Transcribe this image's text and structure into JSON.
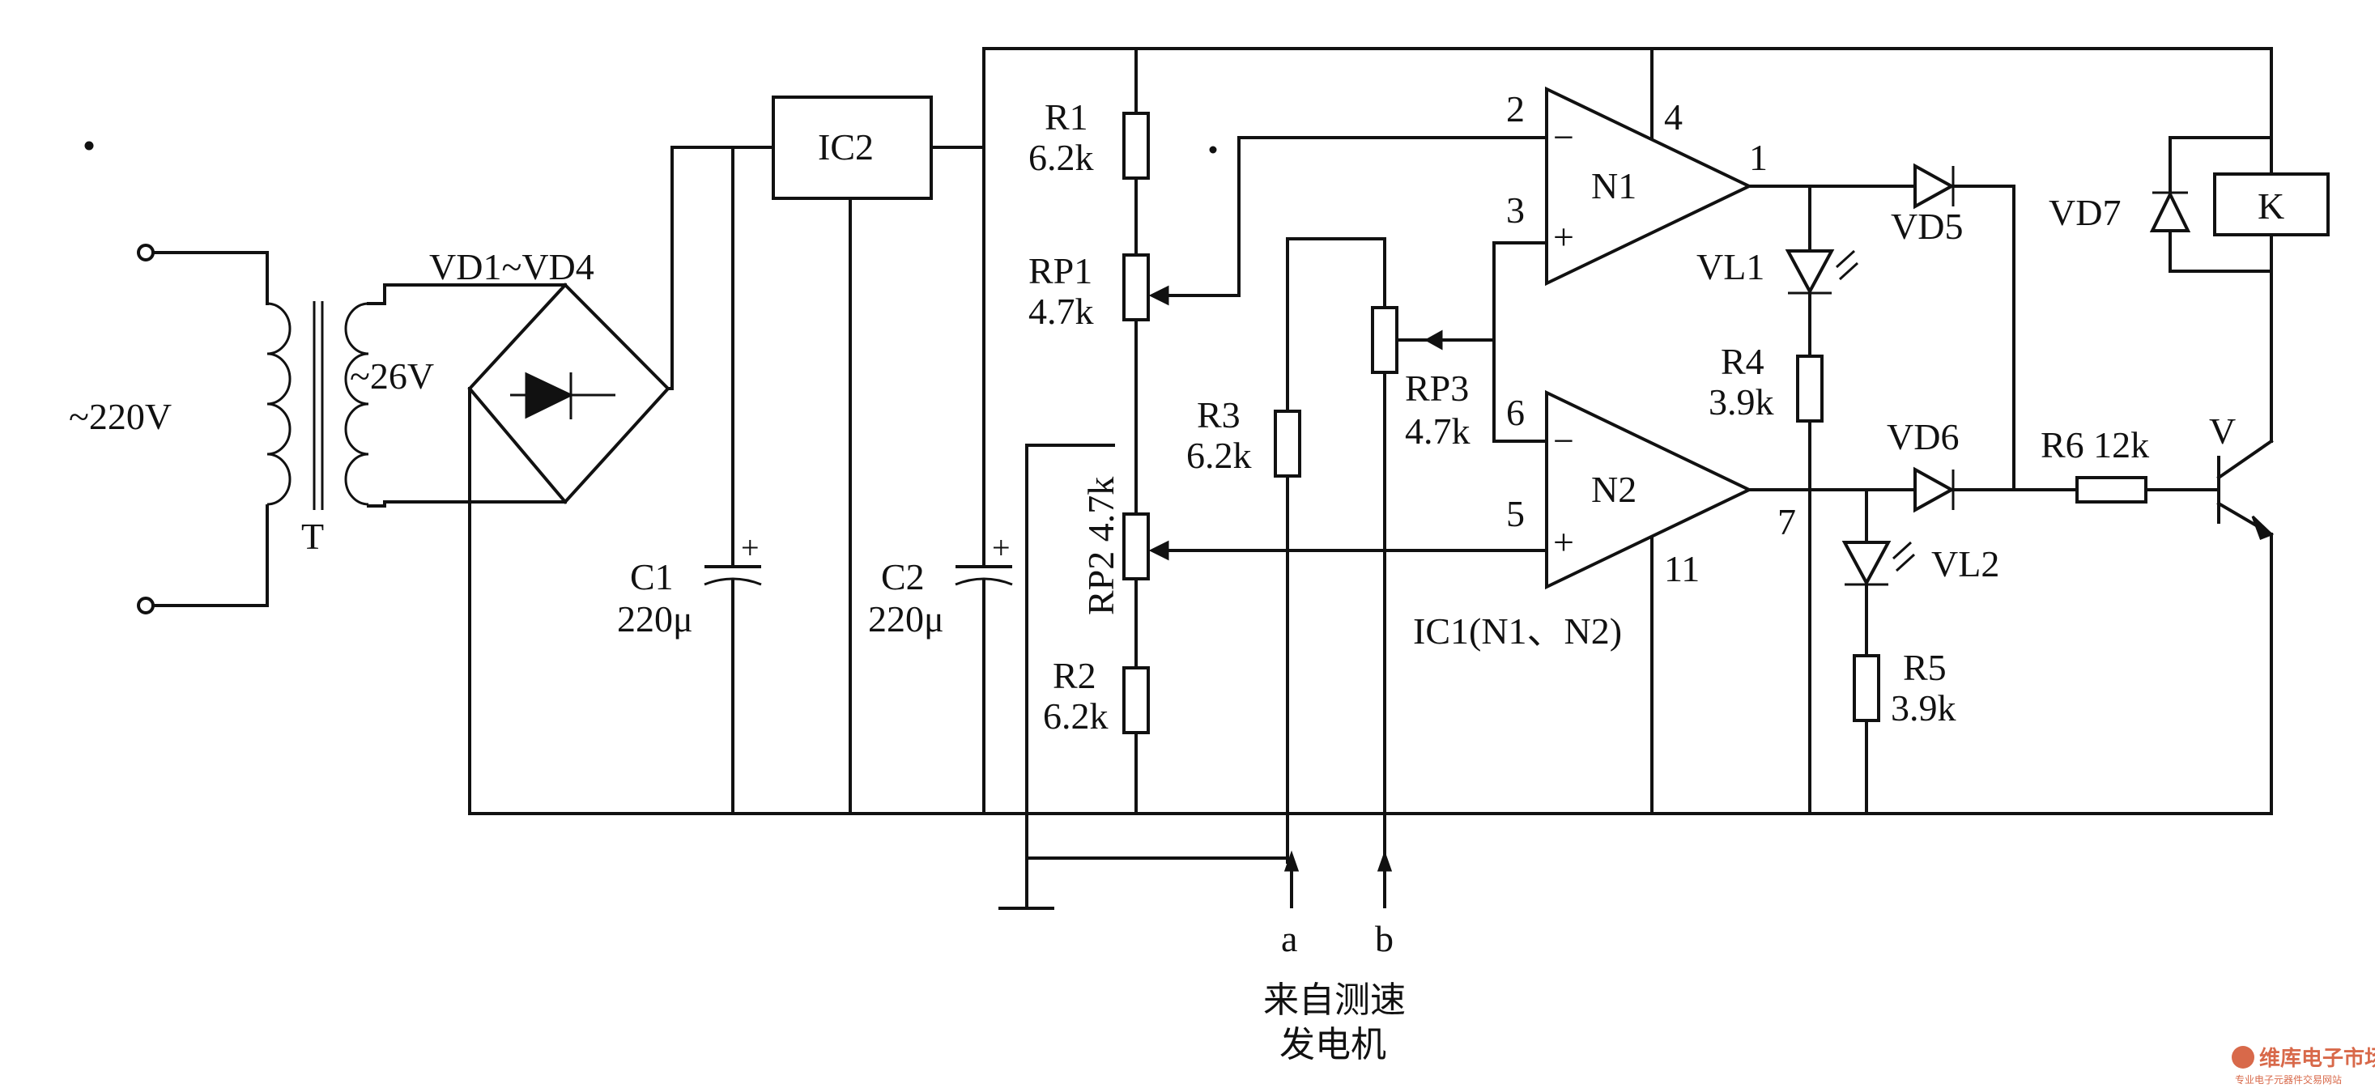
{
  "labels": {
    "ac_input": "~220V",
    "transformer": "T",
    "secondary": "~26V",
    "bridge": "VD1~VD4",
    "regulator": "IC2",
    "c1_name": "C1",
    "c1_value": "220μ",
    "c2_name": "C2",
    "c2_value": "220μ",
    "r1_name": "R1",
    "r1_value": "6.2k",
    "rp1_name": "RP1",
    "rp1_value": "4.7k",
    "rp2_label": "RP2  4.7k",
    "r2_name": "R2",
    "r2_value": "6.2k",
    "r3_name": "R3",
    "r3_value": "6.2k",
    "rp3_name": "RP3",
    "rp3_value": "4.7k",
    "n1": "N1",
    "n2": "N2",
    "ic1": "IC1(N1、N2)",
    "pin2": "2",
    "pin3": "3",
    "pin4": "4",
    "pin1": "1",
    "pin6": "6",
    "pin5": "5",
    "pin7": "7",
    "pin11": "11",
    "minus": "−",
    "plus": "+",
    "vl1": "VL1",
    "vl2": "VL2",
    "vd5": "VD5",
    "vd6": "VD6",
    "vd7": "VD7",
    "r4_name": "R4",
    "r4_value": "3.9k",
    "r5_name": "R5",
    "r5_value": "3.9k",
    "r6": "R6 12k",
    "transistor": "V",
    "relay": "K",
    "term_a": "a",
    "term_b": "b",
    "source_line1": "来自测速",
    "source_line2": "发电机",
    "watermark_main": "维库电子市场网",
    "watermark_sub": "专业电子元器件交易网站"
  },
  "colors": {
    "ink": "#111111",
    "background": "#ffffff",
    "watermark": "#d8694a"
  }
}
